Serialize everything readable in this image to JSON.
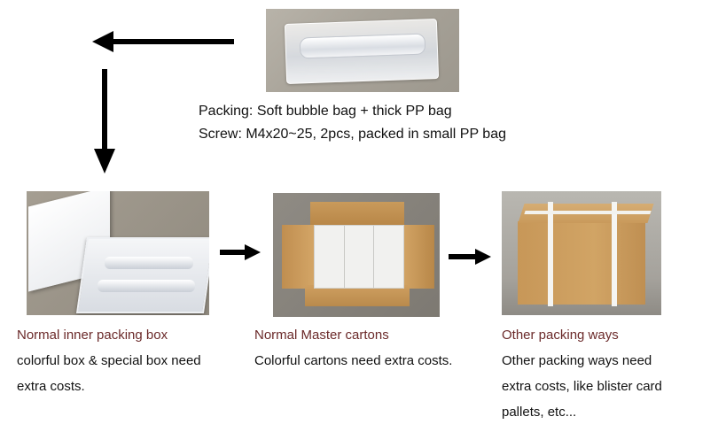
{
  "top_text": {
    "line1": "Packing: Soft bubble bag + thick PP bag",
    "line2": "Screw: M4x20~25, 2pcs, packed in small PP bag"
  },
  "steps": [
    {
      "title": "Normal inner packing box",
      "lines": [
        "colorful box & special box need",
        "extra costs."
      ]
    },
    {
      "title": "Normal Master cartons",
      "lines": [
        "Colorful cartons need extra costs."
      ]
    },
    {
      "title": "Other packing ways",
      "lines": [
        "Other packing ways need",
        "extra costs, like blister card",
        "pallets, etc..."
      ]
    }
  ],
  "icons": {
    "arrow_left": "arrow-left-icon",
    "arrow_down": "arrow-down-icon",
    "arrow_right": "arrow-right-icon"
  },
  "colors": {
    "caption_title": "#6b2a2a",
    "arrow": "#000000"
  }
}
